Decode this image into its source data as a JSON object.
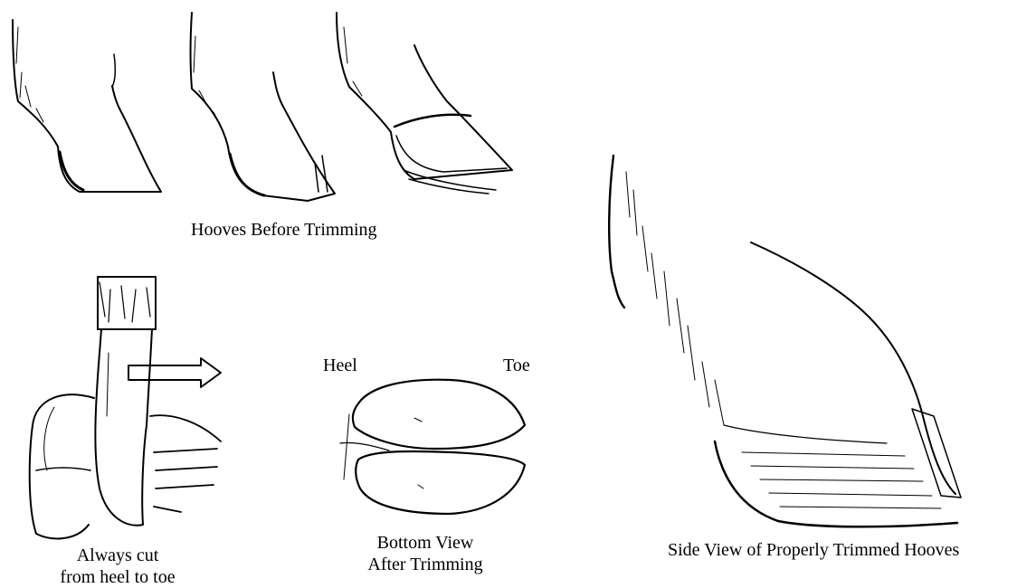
{
  "captions": {
    "before_trimming": "Hooves Before Trimming",
    "cut_direction_line1": "Always cut",
    "cut_direction_line2": "from heel to toe",
    "bottom_view_line1": "Bottom View",
    "bottom_view_line2": "After Trimming",
    "side_view": "Side View of Properly Trimmed Hooves"
  },
  "orientation_labels": {
    "heel": "Heel",
    "toe": "Toe"
  },
  "colors": {
    "ink": "#000000",
    "background": "#ffffff"
  }
}
